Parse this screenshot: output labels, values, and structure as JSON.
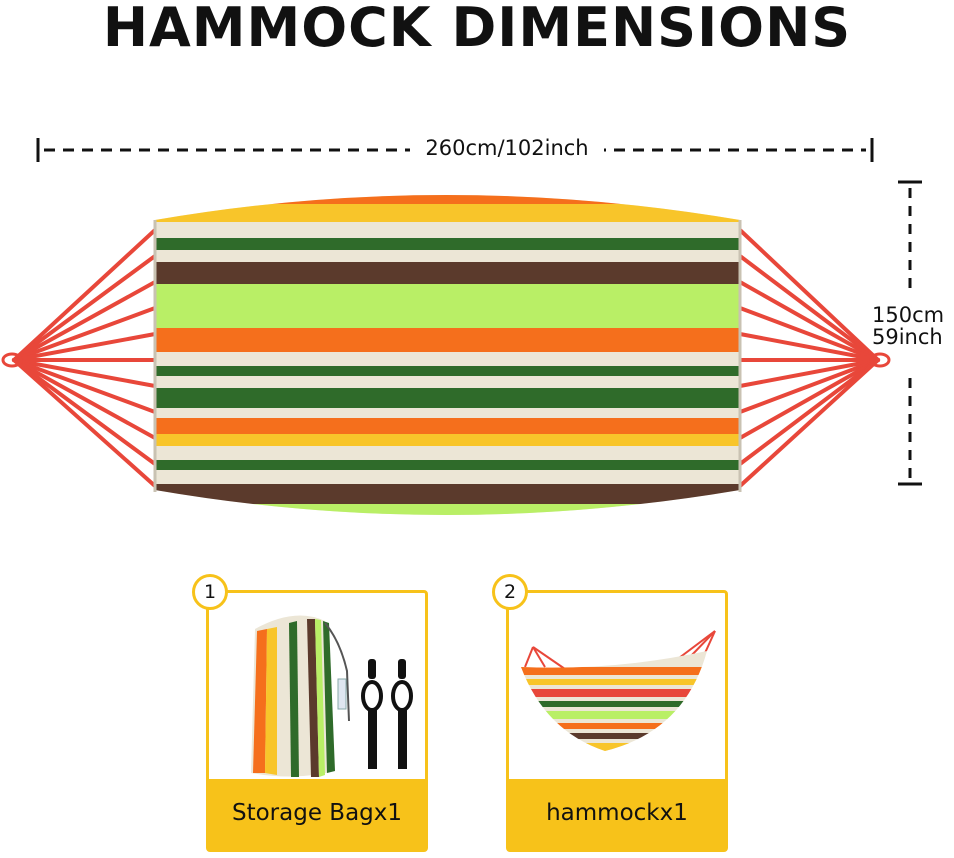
{
  "title": "HAMMOCK DIMENSIONS",
  "dimensions": {
    "width_label": "260cm/102inch",
    "height_label_cm": "150cm",
    "height_label_inch": "59inch"
  },
  "items": [
    {
      "number": "1",
      "label": "Storage Bagx1"
    },
    {
      "number": "2",
      "label": "hammockx1"
    }
  ],
  "colors": {
    "accent": "#f7c21a",
    "rope": "#e8473a",
    "stripe_cream": "#ece6d6",
    "stripe_orange": "#f56f1c",
    "stripe_yellow": "#f8c52a",
    "stripe_green": "#2f6b2a",
    "stripe_brown": "#5b3a2c",
    "stripe_lime": "#b9ef66"
  }
}
